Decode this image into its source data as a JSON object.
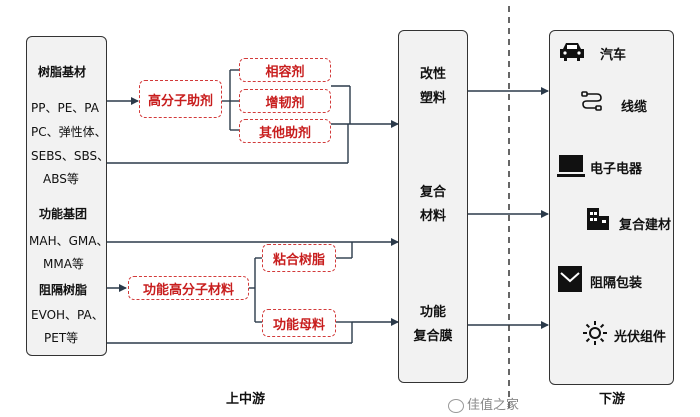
{
  "upstream": {
    "resin_base": "树脂基材",
    "resin_list": [
      "PP、PE、PA",
      "PC、弹性体、",
      "SEBS、SBS、",
      "ABS等"
    ],
    "functional_group": "功能基团",
    "group_list": [
      "MAH、GMA、",
      "MMA等"
    ],
    "barrier_resin": "阻隔树脂",
    "barrier_list": [
      "EVOH、PA、",
      "PET等"
    ]
  },
  "additives": {
    "polymer_additive": "高分子助剂",
    "items": [
      "相容剂",
      "增韧剂",
      "其他助剂"
    ]
  },
  "functional_materials": {
    "label": "功能高分子材料",
    "items": [
      "粘合树脂",
      "功能母料"
    ]
  },
  "products": [
    {
      "line1": "改性",
      "line2": "塑料"
    },
    {
      "line1": "复合",
      "line2": "材料"
    },
    {
      "line1": "功能",
      "line2": "复合膜"
    }
  ],
  "downstream": [
    {
      "icon": "car-icon",
      "label": "汽车"
    },
    {
      "icon": "cable-icon",
      "label": "线缆"
    },
    {
      "icon": "electronics-icon",
      "label": "电子电器"
    },
    {
      "icon": "building-icon",
      "label": "复合建材"
    },
    {
      "icon": "package-icon",
      "label": "阻隔包装"
    },
    {
      "icon": "sun-icon",
      "label": "光伏组件"
    }
  ],
  "footer": {
    "upstream_mid": "上中游",
    "downstream": "下游"
  },
  "watermark": "佳值之家"
}
